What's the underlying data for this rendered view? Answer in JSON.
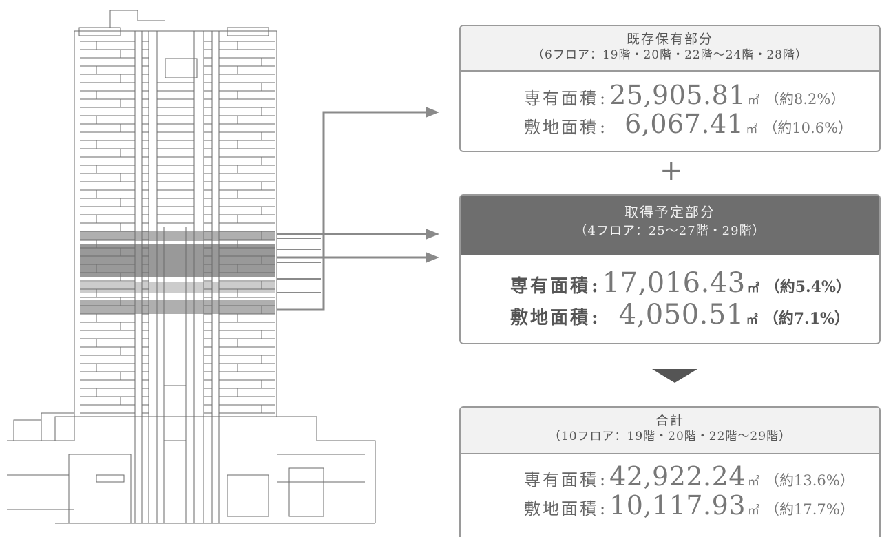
{
  "existing": {
    "title": "既存保有部分",
    "subtitle": "（6フロア：19階・20階・22階〜24階・28階）",
    "rows": [
      {
        "label": "専有面積",
        "value": "25,905.81",
        "unit": "㎡",
        "pct": "（約8.2%）"
      },
      {
        "label": "敷地面積",
        "value": "6,067.41",
        "unit": "㎡",
        "pct": "（約10.6%）"
      }
    ]
  },
  "plus_symbol": "+",
  "planned": {
    "title": "取得予定部分",
    "subtitle": "（4フロア：25〜27階・29階）",
    "rows": [
      {
        "label": "専有面積",
        "value": "17,016.43",
        "unit": "㎡",
        "pct": "（約5.4%）"
      },
      {
        "label": "敷地面積",
        "value": "4,050.51",
        "unit": "㎡",
        "pct": "（約7.1%）"
      }
    ]
  },
  "total": {
    "title": "合計",
    "subtitle": "（10フロア：19階・20階・22階〜29階）",
    "rows": [
      {
        "label": "専有面積",
        "value": "42,922.24",
        "unit": "㎡",
        "pct": "（約13.6%）"
      },
      {
        "label": "敷地面積",
        "value": "10,117.93",
        "unit": "㎡",
        "pct": "（約17.7%）"
      }
    ]
  },
  "colors": {
    "line": "#8a8a8a",
    "highlight": "#6e6e6e",
    "box_border": "#9a9a9a",
    "header_bg": "#f2f2f2"
  }
}
